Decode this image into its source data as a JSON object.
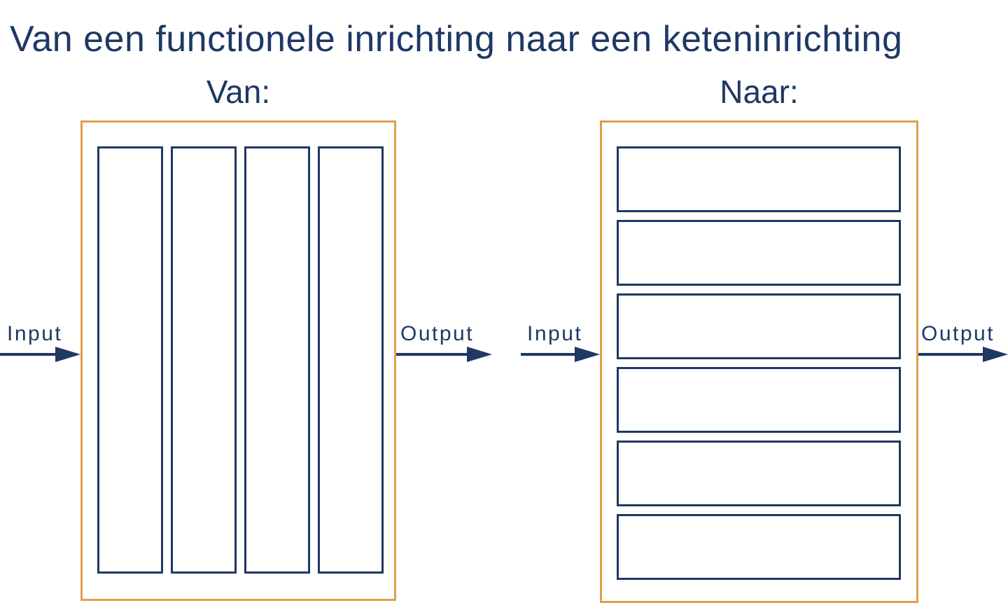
{
  "title": "Van een functionele inrichting naar een keteninrichting",
  "colors": {
    "navy": "#1f3864",
    "orange": "#dda04a",
    "background": "#ffffff"
  },
  "sections": {
    "from": {
      "heading": "Van:",
      "input_label": "Input",
      "output_label": "Output",
      "bar_count": 4,
      "bar_orientation": "vertical"
    },
    "to": {
      "heading": "Naar:",
      "input_label": "Input",
      "output_label": "Output",
      "bar_count": 6,
      "bar_orientation": "horizontal"
    }
  }
}
